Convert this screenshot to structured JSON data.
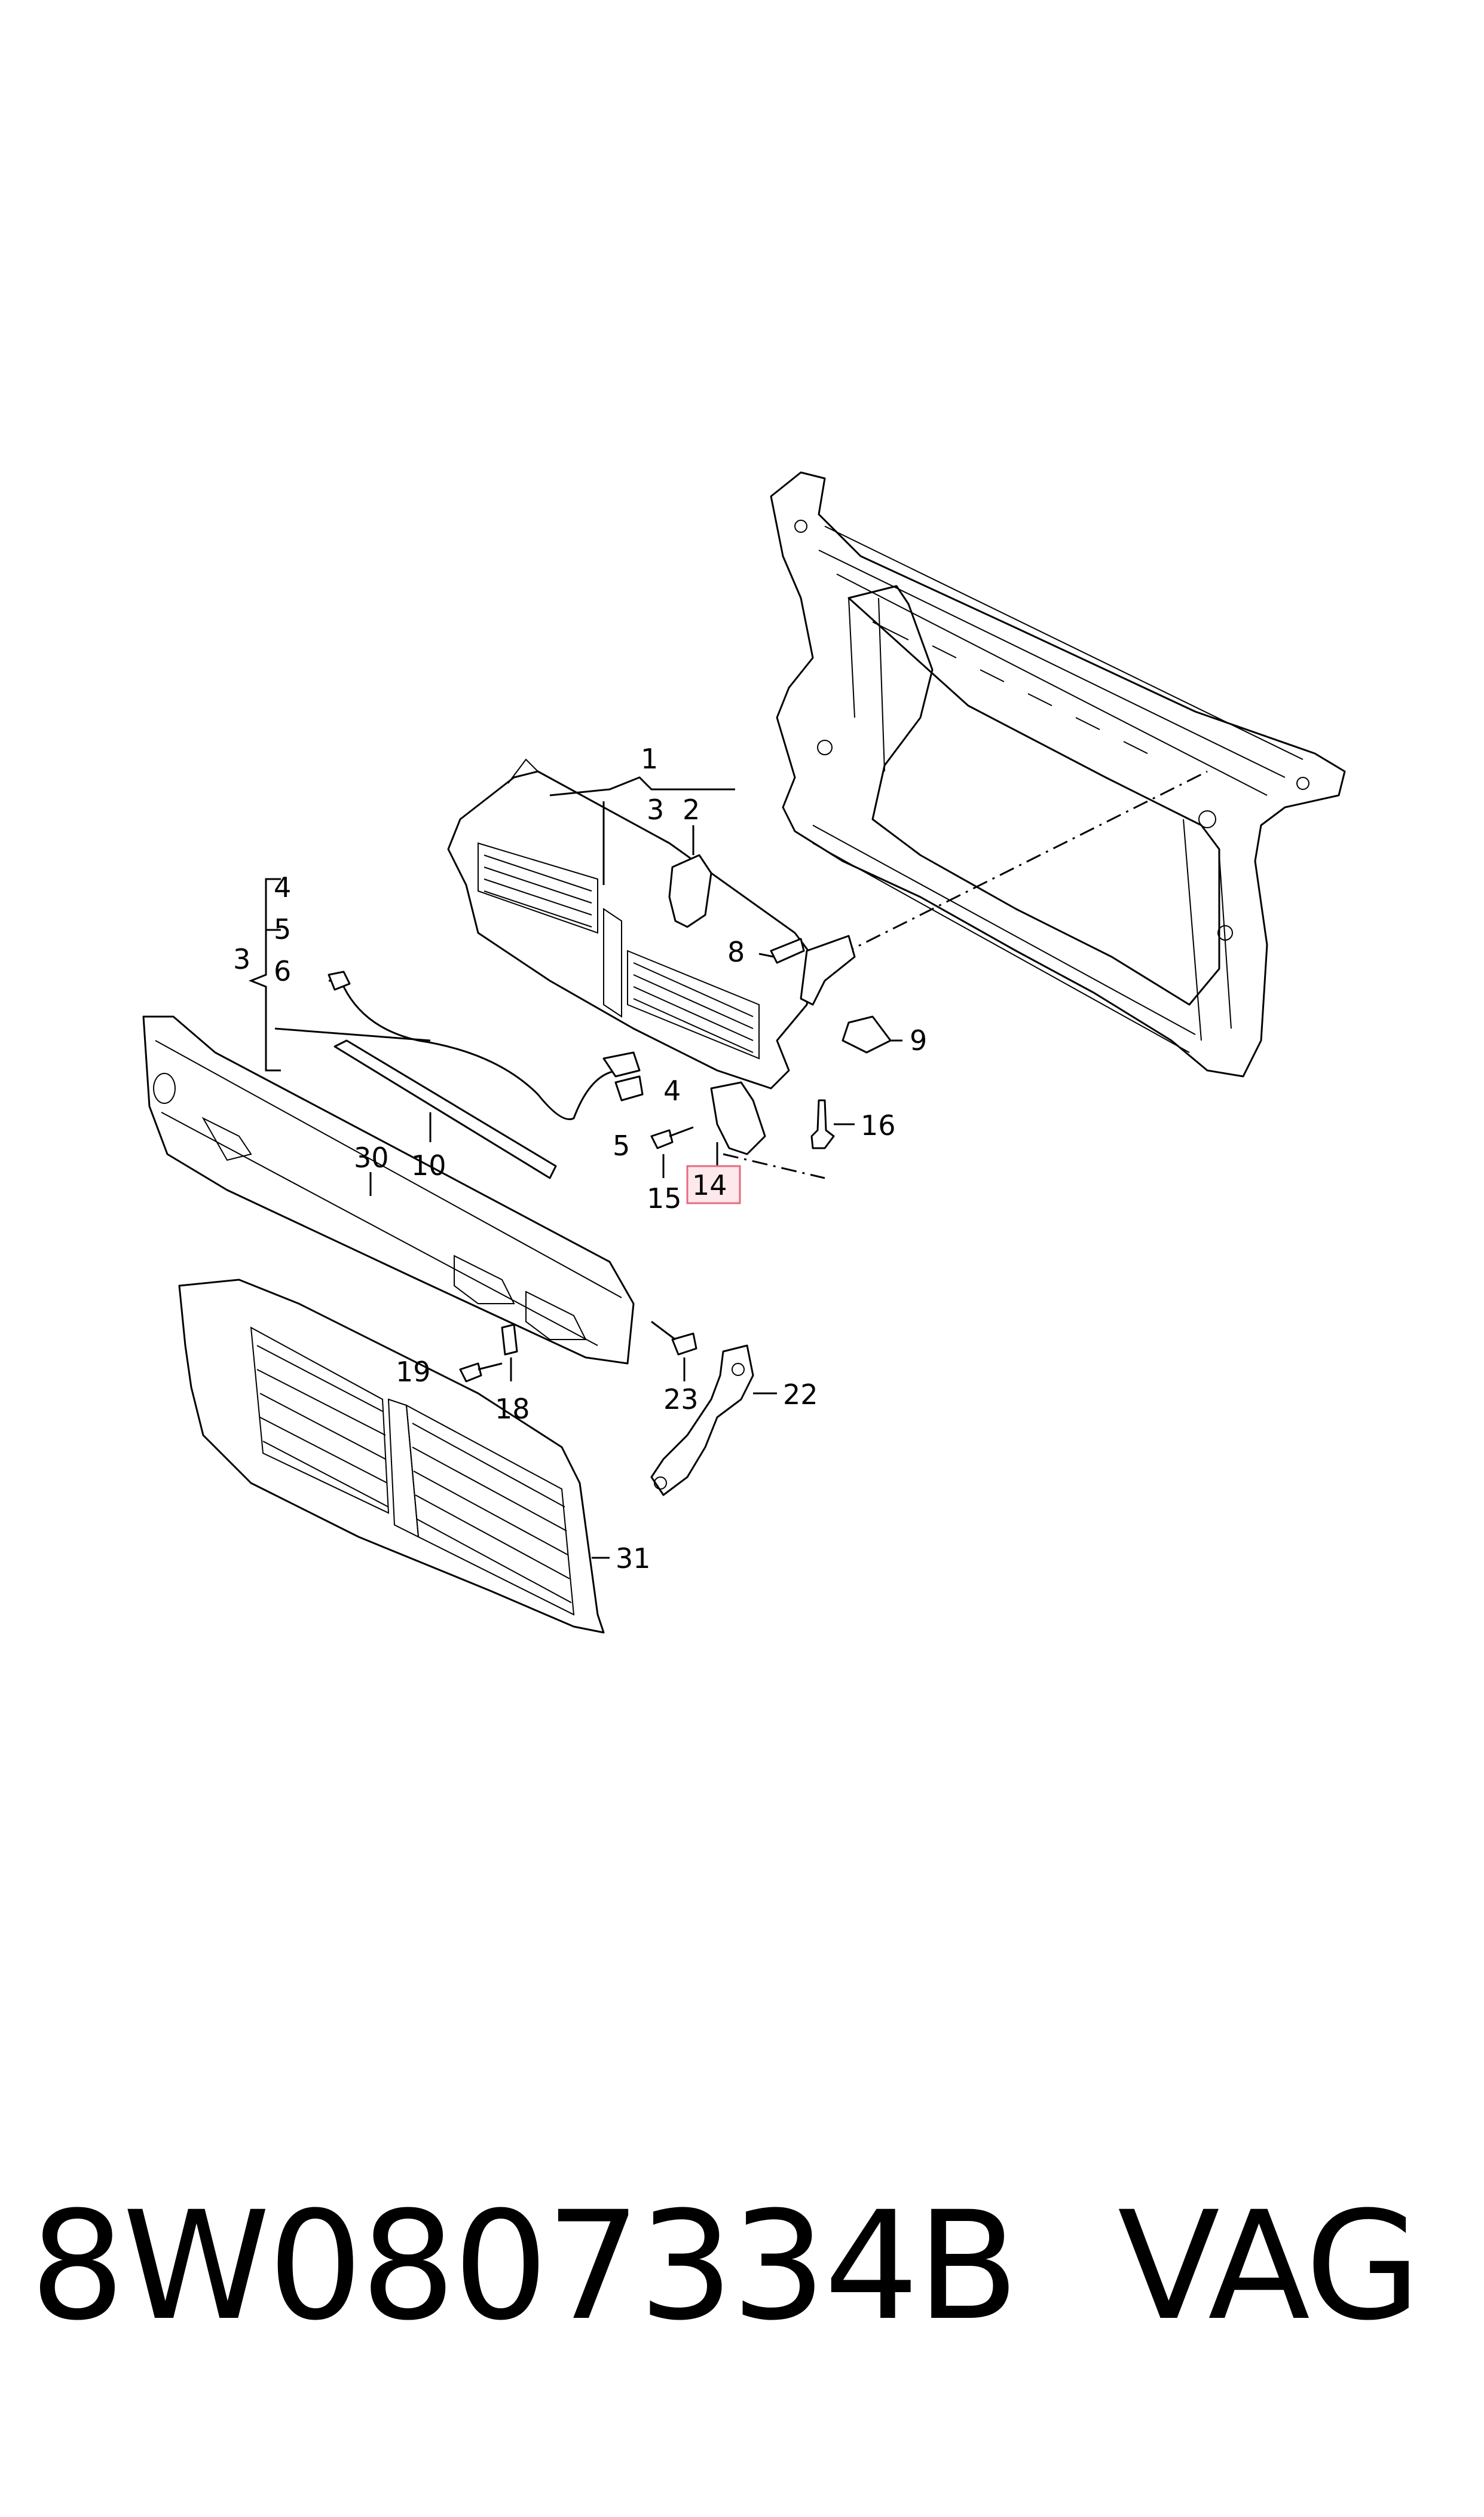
{
  "diagram": {
    "callouts": {
      "c1": "1",
      "c2": "2",
      "c3a": "3",
      "c3b": "3",
      "c4a": "4",
      "c4b": "4",
      "c5a": "5",
      "c5b": "5",
      "c6": "6",
      "c8": "8",
      "c9": "9",
      "c10": "10",
      "c14": "14",
      "c15": "15",
      "c16": "16",
      "c18": "18",
      "c19": "19",
      "c22": "22",
      "c23": "23",
      "c30": "30",
      "c31": "31"
    },
    "highlighted_callout": "14",
    "highlight_color": "#e56b80"
  },
  "footer": {
    "part_number": "8W0807334B",
    "brand": "VAG"
  }
}
